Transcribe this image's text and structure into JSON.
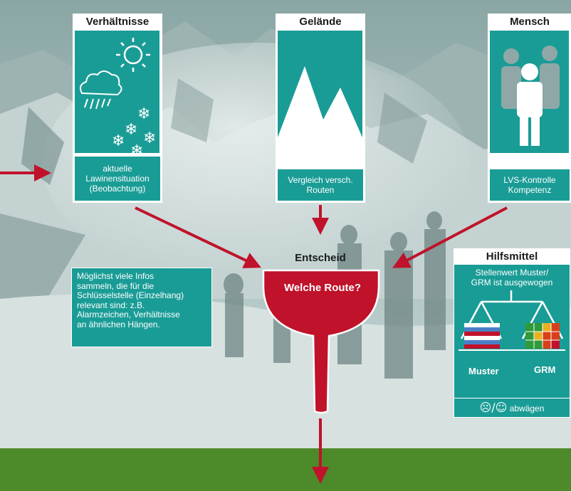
{
  "cards": {
    "verhaeltnisse": {
      "title": "Verhältnisse",
      "caption": [
        "aktuelle",
        "Lawinensituation",
        "(Beobachtung)"
      ]
    },
    "gelaende": {
      "title": "Gelände",
      "caption": [
        "Vergleich versch.",
        "Routen"
      ]
    },
    "mensch": {
      "title": "Mensch",
      "caption": [
        "LVS-Kontrolle",
        "Kompetenz"
      ]
    }
  },
  "decision": {
    "label": "Entscheid",
    "funnel_text": "Welche Route?"
  },
  "note": {
    "lines": [
      "Möglichst viele Infos",
      "sammeln, die für die",
      "Schlüsselstelle (Einzelhang)",
      "relevant sind: z.B.",
      "Alarmzeichen, Verhältnisse",
      "an ähnlichen Hängen."
    ]
  },
  "aids": {
    "title": "Hilfsmittel",
    "subtitle": [
      "Stellenwert Muster/",
      "GRM ist ausgewogen"
    ],
    "left_label": "Muster",
    "right_label": "GRM",
    "footer_symbols": "☹/☺",
    "footer_text": "abwägen"
  },
  "colors": {
    "teal": "#1a9c96",
    "red": "#c0122a",
    "green": "#4d8a2a",
    "white": "#ffffff"
  },
  "icons": [
    "sun-icon",
    "rain-cloud-icon",
    "snowflake-icon",
    "mountain-icon",
    "people-icon",
    "balance-scale-icon"
  ]
}
